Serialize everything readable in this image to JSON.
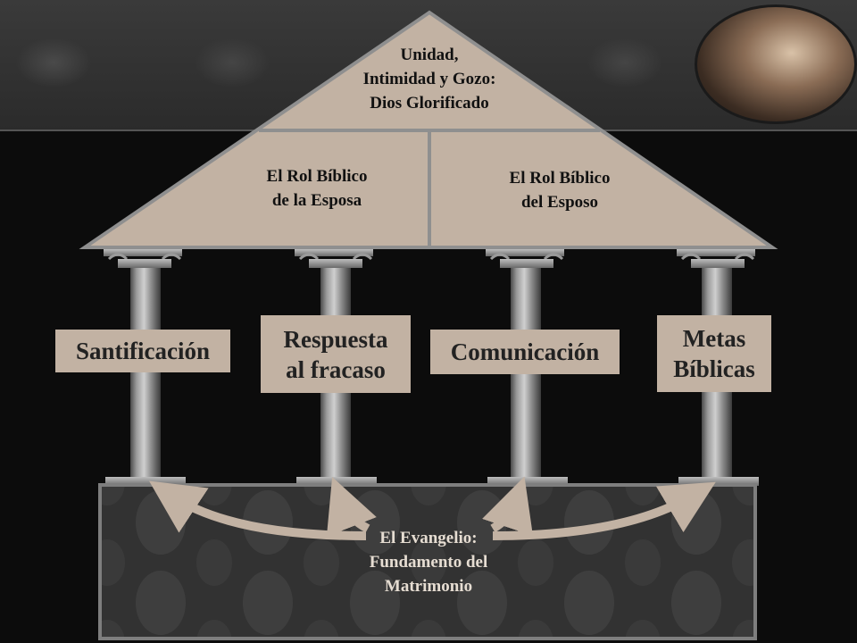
{
  "roof": {
    "top": [
      "Unidad,",
      "Intimidad y Gozo:",
      "Dios Glorificado"
    ],
    "left": [
      "El Rol Bíblico",
      "de la Esposa"
    ],
    "right": [
      "El Rol Bíblico",
      "del Esposo"
    ]
  },
  "pillars": {
    "p1": [
      "Santificación"
    ],
    "p2": [
      "Respuesta",
      "al fracaso"
    ],
    "p3": [
      "Comunicación"
    ],
    "p4": [
      "Metas",
      "Bíblicas"
    ]
  },
  "foundation": [
    "El Evangelio:",
    "Fundamento del",
    "Matrimonio"
  ],
  "colors": {
    "roof_fill": "#c2b2a3",
    "label_fill": "#c2b2a3",
    "background": "#0c0c0c",
    "pillar": "#7a7a7a"
  }
}
